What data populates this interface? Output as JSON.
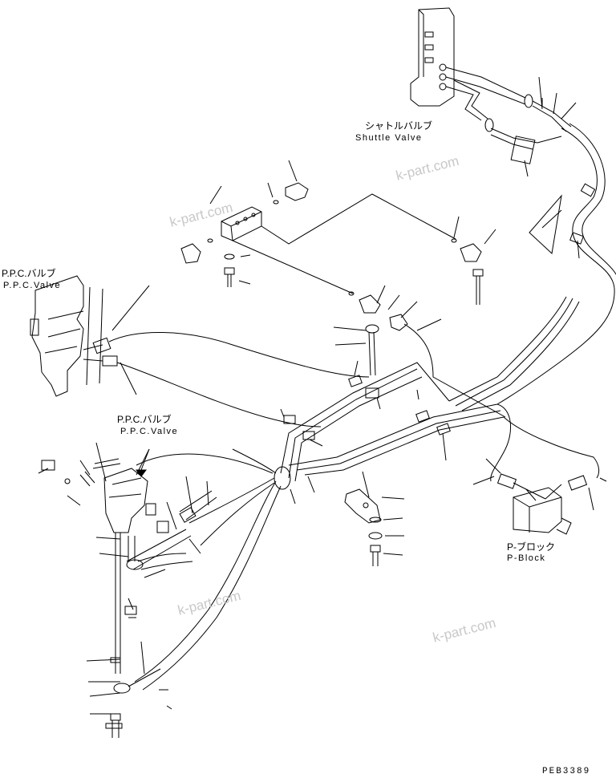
{
  "labels": {
    "shuttle_valve_jp": "シャトルバルブ",
    "shuttle_valve_en": "Shuttle Valve",
    "ppc_valve_left_jp": "P.P.C.バルブ",
    "ppc_valve_left_en": "P.P.C.Valve",
    "ppc_valve_center_jp": "P.P.C.バルブ",
    "ppc_valve_center_en": "P.P.C.Valve",
    "p_block_jp": "P-ブロック",
    "p_block_en": "P-Block"
  },
  "watermark": "k-part.com",
  "doc_id": "PEB3389"
}
